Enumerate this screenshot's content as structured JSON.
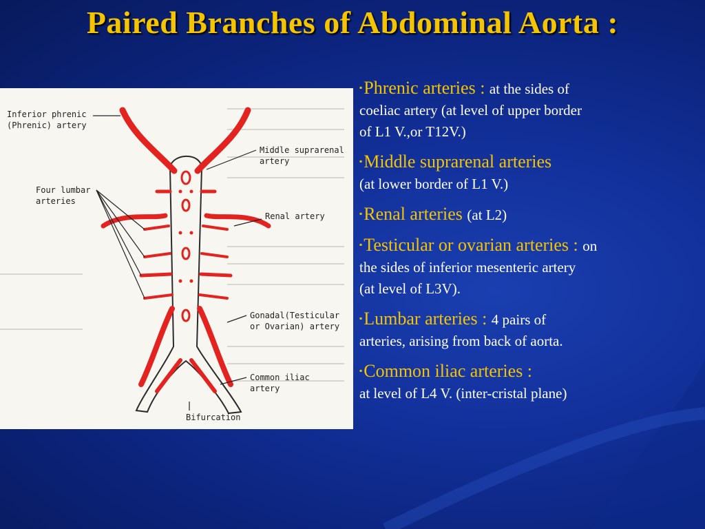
{
  "slide": {
    "title": "Paired Branches of Abdominal Aorta :"
  },
  "figure": {
    "labels": {
      "inferior_phrenic_1": "Inferior phrenic",
      "inferior_phrenic_2": "(Phrenic) artery",
      "middle_suprarenal_1": "Middle suprarenal",
      "middle_suprarenal_2": "artery",
      "four_lumbar_1": "Four lumbar",
      "four_lumbar_2": "arteries",
      "renal": "Renal artery",
      "gonadal_1": "Gonadal(Testicular",
      "gonadal_2": "or Ovarian) artery",
      "common_iliac_1": "Common iliac",
      "common_iliac_2": "artery",
      "bifurcation": "Bifurcation"
    }
  },
  "bullets": [
    {
      "marker": "▪",
      "head": "Phrenic arteries : ",
      "tail": "at the sides of",
      "extra": [
        "coeliac artery (at level of upper border",
        "of L1 V.,or T12V.)"
      ]
    },
    {
      "marker": "▪",
      "head": "Middle suprarenal arteries",
      "tail": "",
      "extra": [
        "(at lower border of L1 V.)"
      ]
    },
    {
      "marker": "▪",
      "head": "Renal arteries ",
      "tail": "(at L2)",
      "extra": []
    },
    {
      "marker": "▪",
      "head": "Testicular or ovarian arteries : ",
      "tail": "on",
      "extra": [
        "the sides of inferior mesenteric artery",
        "(at level of L3V)."
      ]
    },
    {
      "marker": "▪",
      "head": "Lumbar arteries : ",
      "tail": "4 pairs of",
      "extra": [
        "arteries, arising from back of aorta."
      ]
    },
    {
      "marker": "▪",
      "head": "Common iliac arteries :",
      "tail": "",
      "extra": [
        "at level of L4 V. (inter-cristal plane)"
      ]
    }
  ]
}
